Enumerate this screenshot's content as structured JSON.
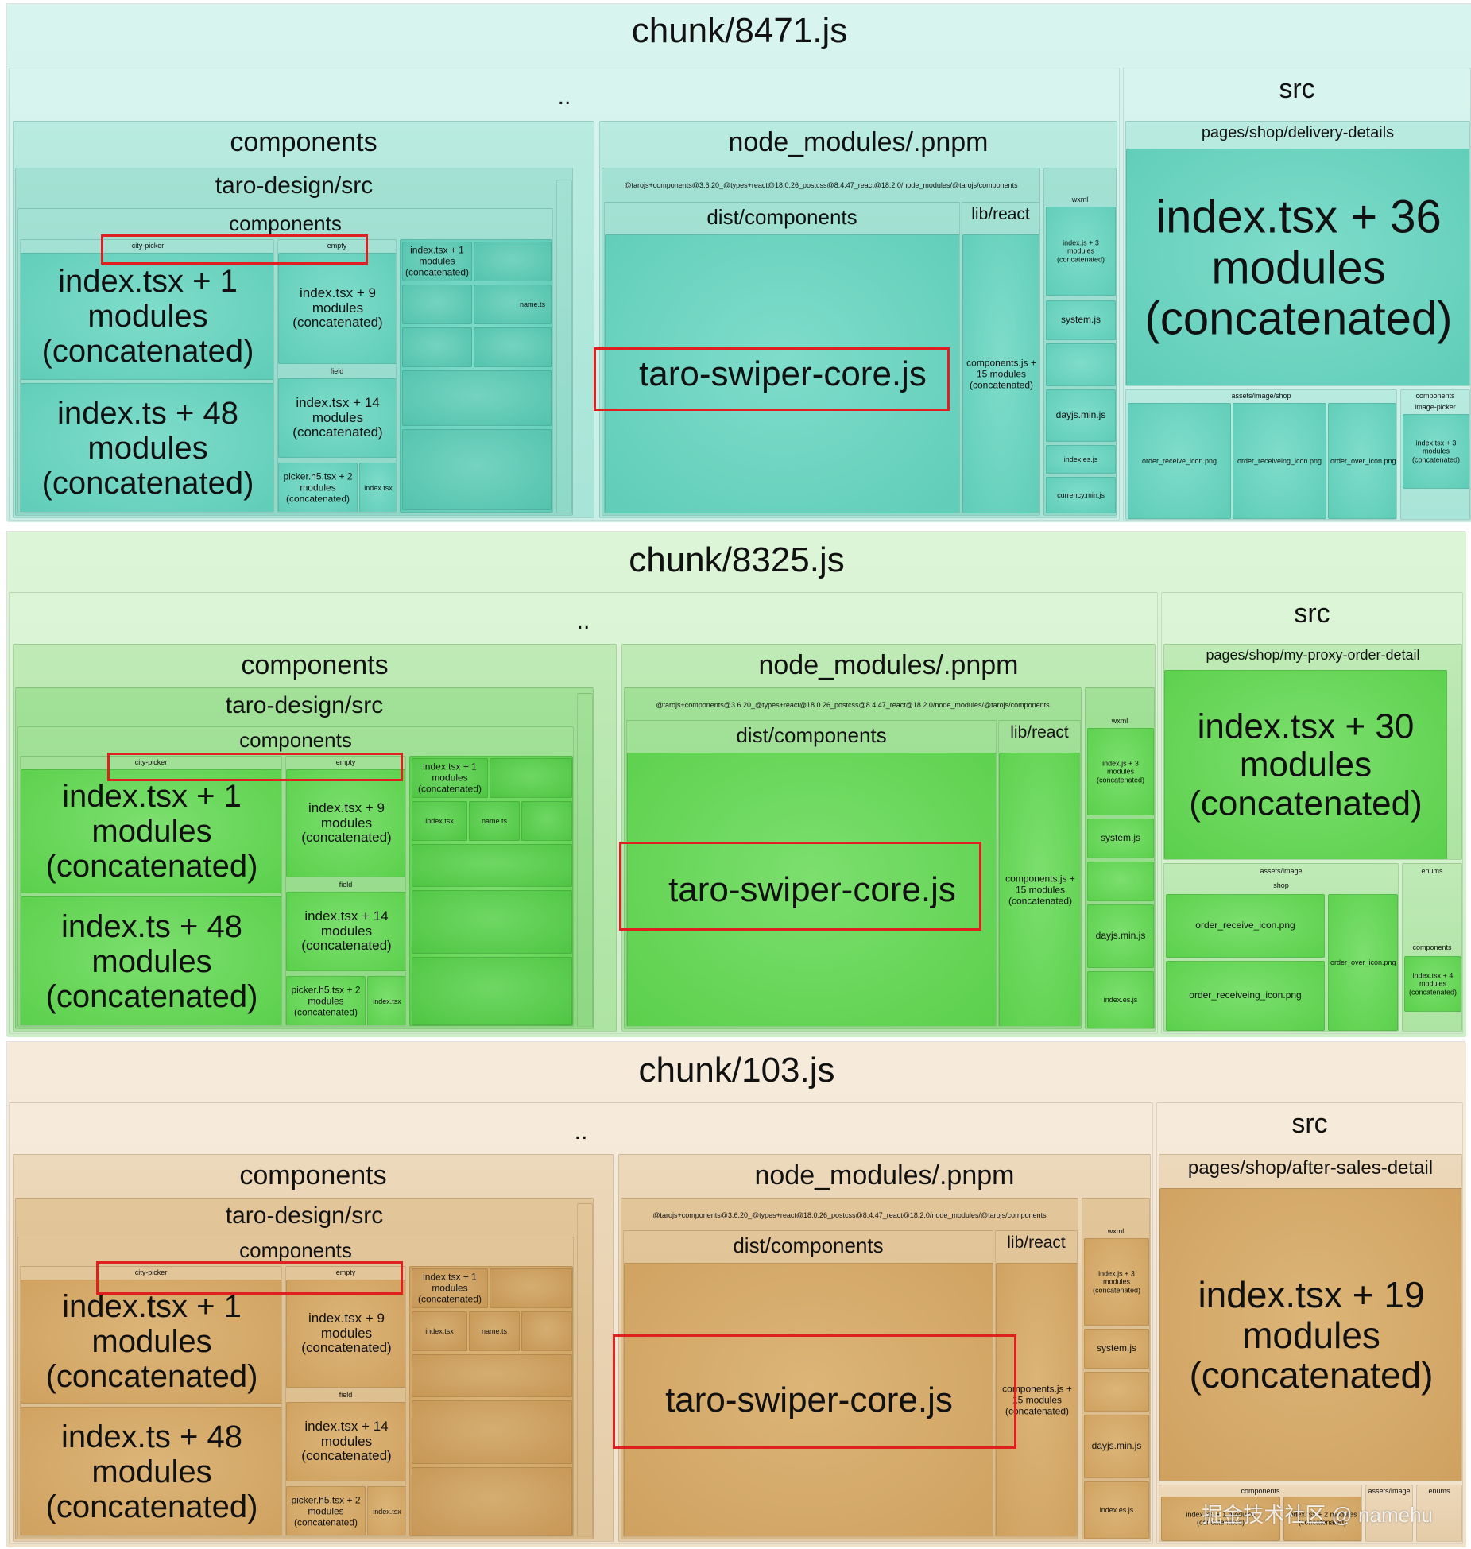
{
  "toolbar": {
    "sidebar_toggle": "›"
  },
  "watermark": "掘金技术社区 @ namehu",
  "colors": {
    "chunk1": "#5fcdb8",
    "chunk2": "#5bd04c",
    "chunk3": "#cfa15f",
    "highlight": "#e02020"
  },
  "chunks": [
    {
      "title": "chunk/8471.js",
      "parent_dir": "..",
      "components": "components",
      "taro_design": "taro-design/src",
      "inner_components": "components",
      "city_picker": "city-picker",
      "empty": "empty",
      "index_tsx_1": "index.tsx + 1 modules (concatenated)",
      "index_ts_48": "index.ts + 48 modules (concatenated)",
      "index_tsx_9": "index.tsx + 9 modules (concatenated)",
      "field": "field",
      "index_tsx_14": "index.tsx + 14 modules (concatenated)",
      "picker_h5": "picker.h5.tsx + 2 modules (concatenated)",
      "index_tsx": "index.tsx",
      "name_ts": "name.ts",
      "node_modules": "node_modules/.pnpm",
      "taro_pkg": "@tarojs+components@3.6.20_@types+react@18.0.26_postcss@8.4.47_react@18.2.0/node_modules/@tarojs/components",
      "dist_components": "dist/components",
      "lib_react": "lib/react",
      "swiper": "taro-swiper-core.js",
      "components_js": "components.js + 15 modules (concatenated)",
      "wxml": "wxml",
      "index_js_3": "index.js + 3 modules (concatenated)",
      "system_js": "system.js",
      "dayjs": "dayjs.min.js",
      "index_es": "index.es.js",
      "currency": "currency.min.js",
      "src": "src",
      "page_path": "pages/shop/delivery-details",
      "page_main": "index.tsx + 36 modules (concatenated)",
      "assets": "assets/image/shop",
      "assets_sub": "",
      "order_receive": "order_receive_icon.png",
      "order_receiveing": "order_receiveing_icon.png",
      "order_over": "order_over_icon.png",
      "side_components": "components",
      "image_picker": "image-picker",
      "small_index": "index.tsx + 3 modules (concatenated)"
    },
    {
      "title": "chunk/8325.js",
      "parent_dir": "..",
      "components": "components",
      "taro_design": "taro-design/src",
      "inner_components": "components",
      "city_picker": "city-picker",
      "empty": "empty",
      "index_tsx_1": "index.tsx + 1 modules (concatenated)",
      "index_ts_48": "index.ts + 48 modules (concatenated)",
      "index_tsx_9": "index.tsx + 9 modules (concatenated)",
      "field": "field",
      "index_tsx_14": "index.tsx + 14 modules (concatenated)",
      "picker_h5": "picker.h5.tsx + 2 modules (concatenated)",
      "index_tsx": "index.tsx",
      "name_ts": "name.ts",
      "node_modules": "node_modules/.pnpm",
      "taro_pkg": "@tarojs+components@3.6.20_@types+react@18.0.26_postcss@8.4.47_react@18.2.0/node_modules/@tarojs/components",
      "dist_components": "dist/components",
      "lib_react": "lib/react",
      "swiper": "taro-swiper-core.js",
      "components_js": "components.js + 15 modules (concatenated)",
      "wxml": "wxml",
      "index_js_3": "index.js + 3 modules (concatenated)",
      "system_js": "system.js",
      "dayjs": "dayjs.min.js",
      "index_es": "index.es.js",
      "currency": "",
      "src": "src",
      "page_path": "pages/shop/my-proxy-order-detail",
      "page_main": "index.tsx + 30 modules (concatenated)",
      "assets": "assets/image",
      "assets_sub": "shop",
      "order_receive": "order_receive_icon.png",
      "order_receiveing": "order_receiveing_icon.png",
      "order_over": "order_over_icon.png",
      "side_components": "enums",
      "image_picker": "components",
      "small_index": "index.tsx + 4 modules (concatenated)"
    },
    {
      "title": "chunk/103.js",
      "parent_dir": "..",
      "components": "components",
      "taro_design": "taro-design/src",
      "inner_components": "components",
      "city_picker": "city-picker",
      "empty": "empty",
      "index_tsx_1": "index.tsx + 1 modules (concatenated)",
      "index_ts_48": "index.ts + 48 modules (concatenated)",
      "index_tsx_9": "index.tsx + 9 modules (concatenated)",
      "field": "field",
      "index_tsx_14": "index.tsx + 14 modules (concatenated)",
      "picker_h5": "picker.h5.tsx + 2 modules (concatenated)",
      "index_tsx": "index.tsx",
      "name_ts": "name.ts",
      "node_modules": "node_modules/.pnpm",
      "taro_pkg": "@tarojs+components@3.6.20_@types+react@18.0.26_postcss@8.4.47_react@18.2.0/node_modules/@tarojs/components",
      "dist_components": "dist/components",
      "lib_react": "lib/react",
      "swiper": "taro-swiper-core.js",
      "components_js": "components.js + 15 modules (concatenated)",
      "wxml": "wxml",
      "index_js_3": "index.js + 3 modules (concatenated)",
      "system_js": "system.js",
      "dayjs": "dayjs.min.js",
      "index_es": "index.es.js",
      "currency": "",
      "src": "src",
      "page_path": "pages/shop/after-sales-detail",
      "page_main": "index.tsx + 19 modules (concatenated)",
      "assets": "components",
      "assets_sub": "",
      "order_receive": "index.tsx + 1 modules (concatenated)",
      "order_receiveing": "",
      "order_over": "index.tsx + 2 modules (concatenated)",
      "side_components": "enums",
      "image_picker": "assets/image",
      "small_index": ""
    }
  ]
}
